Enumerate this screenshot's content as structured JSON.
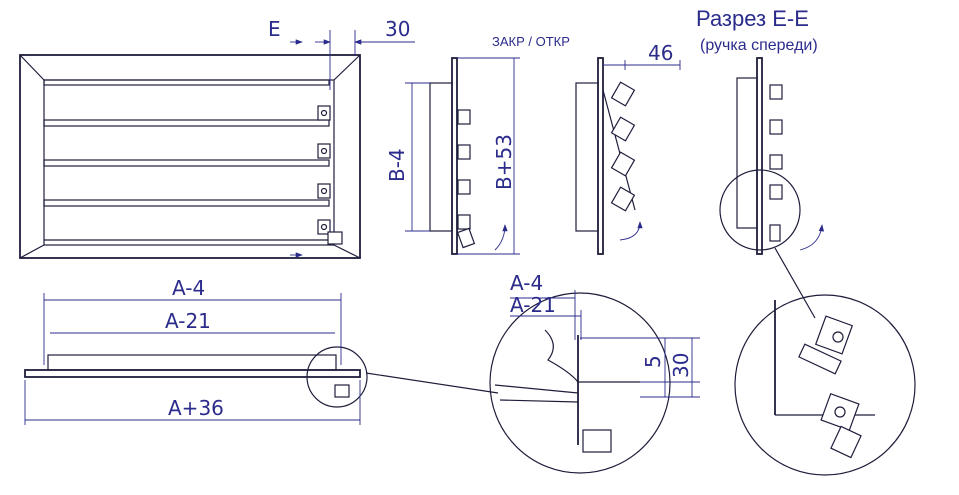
{
  "labels": {
    "section_mark": "E",
    "dim_30_top": "30",
    "closed_open": "ЗАКР / ОТКР",
    "dim_46": "46",
    "section_title": "Разрез E-E",
    "section_subtitle": "(ручка спереди)",
    "dim_b_minus_4": "B-4",
    "dim_b_plus_53": "B+53",
    "dim_a_minus_4": "A-4",
    "dim_a_minus_21": "A-21",
    "dim_a_plus_36": "A+36",
    "detail_a_minus_4": "A-4",
    "detail_a_minus_21": "A-21",
    "detail_5": "5",
    "detail_30": "30"
  },
  "colors": {
    "line": "#1e1e3c",
    "dimension": "#2b2b8c"
  }
}
